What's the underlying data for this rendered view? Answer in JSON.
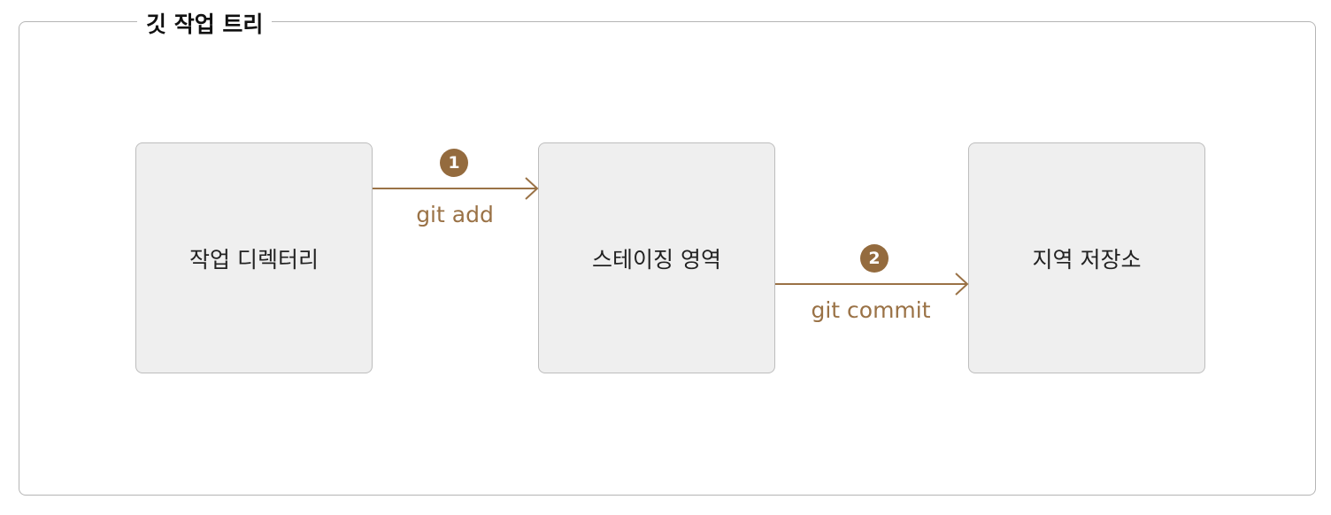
{
  "title": "깃 작업 트리",
  "boxes": [
    "작업 디렉터리",
    "스테이징 영역",
    "지역 저장소"
  ],
  "steps": [
    {
      "number": "1",
      "command": "git add"
    },
    {
      "number": "2",
      "command": "git commit"
    }
  ],
  "colors": {
    "accent": "#9a7246"
  }
}
